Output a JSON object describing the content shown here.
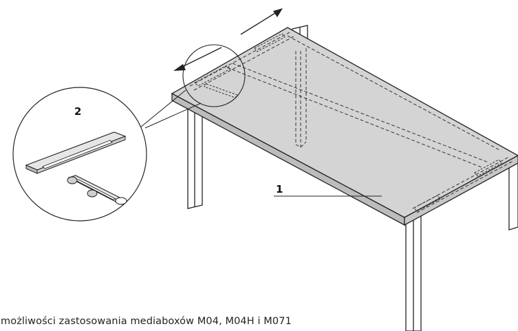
{
  "callouts": {
    "table_top": "1",
    "detail": "2"
  },
  "caption": "możliwości zastosowania mediaboxów M04, M04H i M071",
  "colors": {
    "line": "#222222",
    "desktop_fill": "#d4d4d4",
    "desktop_edge": "#bcbcbc",
    "bracket_fill": "#e6e6e6",
    "background": "#ffffff"
  },
  "icons": {
    "slide_left": "arrow-left-icon",
    "slide_right": "arrow-right-icon"
  }
}
